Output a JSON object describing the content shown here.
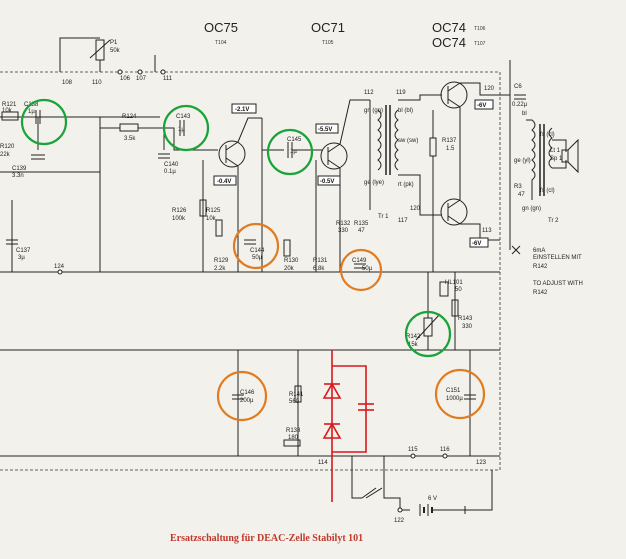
{
  "headers": {
    "oc75": {
      "type": "OC75",
      "ref": "T104"
    },
    "oc71": {
      "type": "OC71",
      "ref": "T105"
    },
    "oc74a": {
      "type": "OC74",
      "ref": "T106"
    },
    "oc74b": {
      "type": "OC74",
      "ref": "T107"
    }
  },
  "components": {
    "p1": "P1",
    "p1v": "50k",
    "r121": "R121",
    "r121v": "10k",
    "r120": "R120",
    "r120v": "22k",
    "c138": "C138",
    "c138v": "1µ",
    "c139": "C139",
    "c139v": "3.3n",
    "c137": "C137",
    "c137v": "3µ",
    "r124": "R124",
    "r124v": "3.5k",
    "c143": "C143",
    "c143v": "1µ",
    "c140": "C140",
    "c140v": "0.1µ",
    "c145": "C145",
    "c145v": "1µ",
    "r125": "R125",
    "r125v": "10k",
    "r126": "R126",
    "r126v": "100k",
    "r129": "R129",
    "r129v": "2.2k",
    "c144": "C144",
    "c144v": "50µ",
    "r130": "R130",
    "r130v": "20k",
    "r131": "R131",
    "r131v": "6.8k",
    "r132": "R132",
    "r132v": "330",
    "r135": "R135",
    "r135v": "47",
    "c149": "C149",
    "c149v": "50µ",
    "c146": "C146",
    "c146v": "200µ",
    "r141": "R141",
    "r141v": "560",
    "r138": "R138",
    "r138v": "180",
    "r137": "R137",
    "r137v": "1.5",
    "r3": "R3",
    "r3v": "47",
    "c6": "C6",
    "c6v": "0.22µ",
    "hl101": "HL101",
    "hl101v": "50",
    "r143": "R143",
    "r143v": "330",
    "r142": "R142",
    "r142v": "15k",
    "c151": "C151",
    "c151v": "1000µ",
    "tr1": "Tr 1",
    "tr2": "Tr 2",
    "lt1": "Lt 1",
    "sp1": "Sp 1",
    "bat": "6 V"
  },
  "voltages": {
    "v1": "-2.1V",
    "v2": "-0.4V",
    "v3": "-5.5V",
    "v4": "-0.5V",
    "v5": "-6V"
  },
  "pins": {
    "p108": "108",
    "p110": "110",
    "p106": "106",
    "p107": "107",
    "p111": "111",
    "p112": "112",
    "p119": "119",
    "p120": "120",
    "p113": "113",
    "p117": "117",
    "p124": "124",
    "p114": "114",
    "p115": "115",
    "p116": "116",
    "p123": "123",
    "p122": "122"
  },
  "windings": {
    "gn": "gn (gn)",
    "ge": "ge (lye)",
    "bl": "bl (bl)",
    "sw": "sw (sw)",
    "rt": "rt (pk)",
    "bl2": "bl",
    "fs1": "fs (cl)",
    "ge2": "ge (yl)",
    "fs2": "fs (cl)",
    "gn2": "gn (gn)"
  },
  "notes": {
    "de_line1": "6mA",
    "de_line2": "EINSTELLEN MIT",
    "de_line3": "R142",
    "en_line1": "TO ADJUST WITH",
    "en_line2": "R142"
  },
  "caption": "Ersatzschaltung für DEAC-Zelle Stabilyt 101"
}
